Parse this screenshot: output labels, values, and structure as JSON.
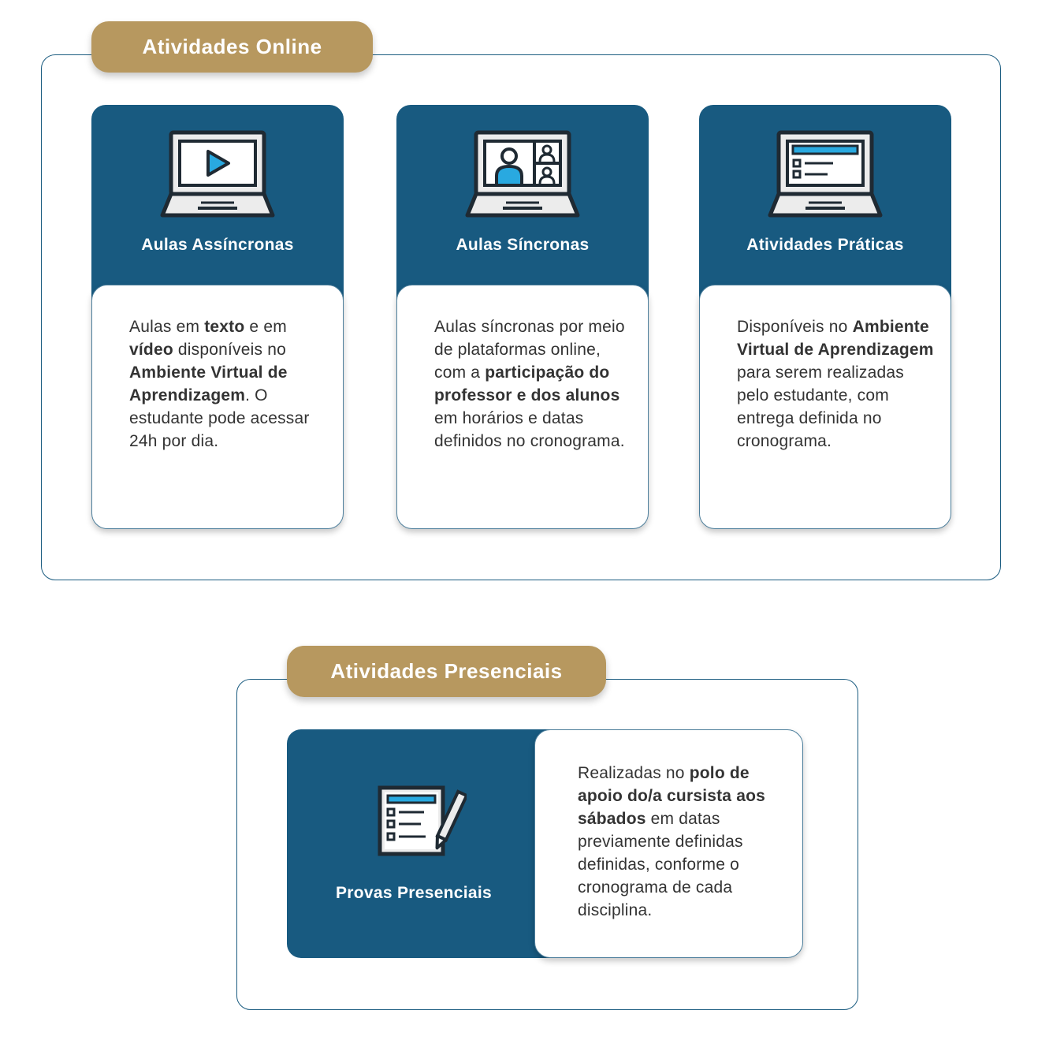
{
  "online": {
    "label": "Atividades Online",
    "cards": [
      {
        "icon": "laptop-video-icon",
        "title": "Aulas Assíncronas",
        "desc": [
          {
            "t": "Aulas em "
          },
          {
            "t": "texto",
            "b": true
          },
          {
            "t": " e em "
          },
          {
            "t": "vídeo",
            "b": true
          },
          {
            "t": " disponíveis no "
          },
          {
            "t": "Ambiente Virtual de Aprendizagem",
            "b": true
          },
          {
            "t": ". O estudante pode acessar 24h por dia."
          }
        ]
      },
      {
        "icon": "laptop-video-call-icon",
        "title": "Aulas Síncronas",
        "desc": [
          {
            "t": "Aulas síncronas por meio de plataformas online, com a "
          },
          {
            "t": "participação do professor e dos alunos",
            "b": true
          },
          {
            "t": " em horários e datas definidos no cronograma."
          }
        ]
      },
      {
        "icon": "laptop-checklist-icon",
        "title": "Atividades Práticas",
        "desc": [
          {
            "t": "Disponíveis no "
          },
          {
            "t": "Ambiente Virtual de Aprendizagem",
            "b": true
          },
          {
            "t": " para serem realizadas pelo estudante, com entrega definida no cronograma."
          }
        ]
      }
    ]
  },
  "presencial": {
    "label": "Atividades Presenciais",
    "card": {
      "icon": "exam-paper-pencil-icon",
      "title": "Provas Presenciais",
      "desc": [
        {
          "t": "Realizadas no "
        },
        {
          "t": "polo de apoio do/a cursista aos sábados",
          "b": true
        },
        {
          "t": " em datas previamente definidas definidas, conforme o cronograma de cada disciplina."
        }
      ]
    }
  },
  "colors": {
    "navy": "#185a80",
    "gold": "#b7985f",
    "accent_blue": "#29a9e0",
    "icon_gray": "#ececec",
    "outline": "#1f2a33"
  }
}
